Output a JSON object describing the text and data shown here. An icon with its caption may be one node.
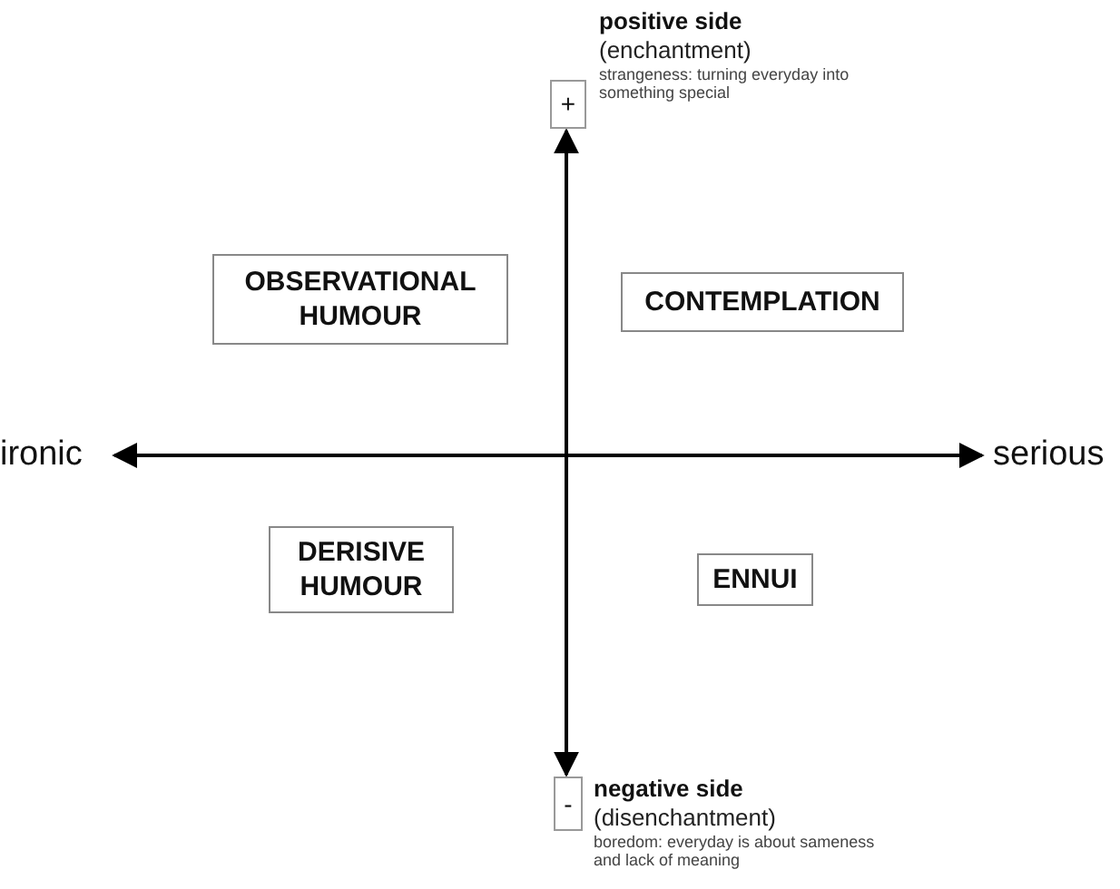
{
  "diagram": {
    "nodes": [
      {
        "text": [
          "+"
        ],
        "beside": [
          "positive side",
          "(enchantment)",
          "strangeness: turning everyday into something special"
        ]
      },
      {
        "text": [
          "OBSERVATIONAL HUMOUR"
        ]
      },
      {
        "text": [
          "CONTEMPLATION"
        ]
      },
      {
        "text": [
          "DERISIVE HUMOUR"
        ]
      },
      {
        "text": [
          "ENNUI"
        ]
      },
      {
        "text": [
          "-"
        ],
        "beside": [
          "negative side",
          "(disenchantment)",
          "boredom: everyday is about sameness and lack of meaning"
        ]
      }
    ],
    "edges": [
      {
        "from": 0,
        "to": 5,
        "arrow": "both"
      }
    ],
    "labels": [
      "ironic",
      "serious"
    ]
  }
}
